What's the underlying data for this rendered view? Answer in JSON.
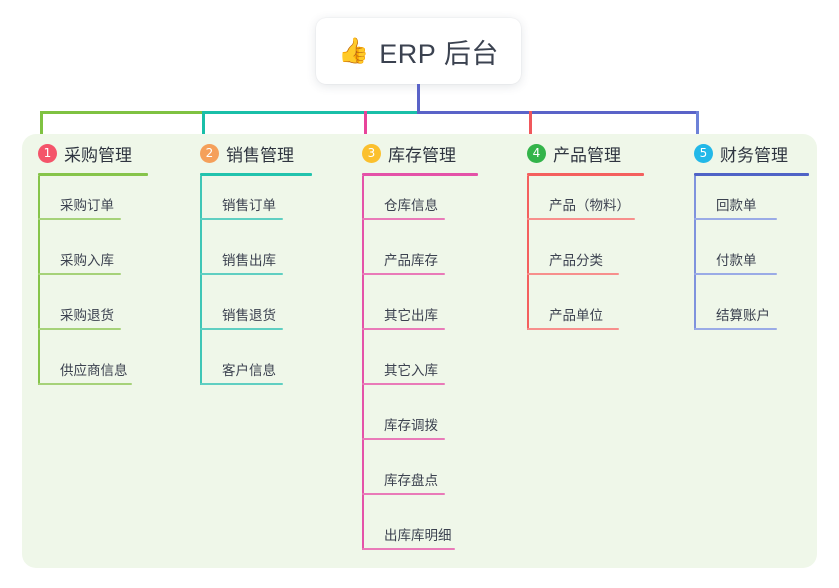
{
  "root": {
    "icon": "thumbs-up-icon",
    "icon_glyph": "👍",
    "title": "ERP 后台"
  },
  "panel": {
    "background": "#eff7e9"
  },
  "connector": {
    "trunk_color": "#5a63c8",
    "segments": [
      {
        "color": "#7fc241",
        "label": "to-purchasing"
      },
      {
        "color": "#19bfa8",
        "label": "to-sales"
      },
      {
        "color": "#5a63c8",
        "label": "to-inventory"
      },
      {
        "color": "#5a63c8",
        "label": "to-product"
      },
      {
        "color": "#5a63c8",
        "label": "to-finance"
      }
    ],
    "stub_colors": [
      "#7fc241",
      "#19bfa8",
      "#e8449a",
      "#f0585c",
      "#6d82d8"
    ]
  },
  "columns": [
    {
      "number": "1",
      "title": "采购管理",
      "badge_color": "#f4546a",
      "rule_color": "#86c44a",
      "spine_color": "#86c44a",
      "leaf_rule_color": "#a6d279",
      "items": [
        {
          "label": "采购订单"
        },
        {
          "label": "采购入库"
        },
        {
          "label": "采购退货"
        },
        {
          "label": "供应商信息"
        }
      ]
    },
    {
      "number": "2",
      "title": "销售管理",
      "badge_color": "#f5a05a",
      "rule_color": "#22c3ad",
      "spine_color": "#3fc6b6",
      "leaf_rule_color": "#5fcfc2",
      "items": [
        {
          "label": "销售订单"
        },
        {
          "label": "销售出库"
        },
        {
          "label": "销售退货"
        },
        {
          "label": "客户信息"
        }
      ]
    },
    {
      "number": "3",
      "title": "库存管理",
      "badge_color": "#fbc02d",
      "rule_color": "#e452a8",
      "spine_color": "#e452a8",
      "leaf_rule_color": "#e97ab8",
      "items": [
        {
          "label": "仓库信息"
        },
        {
          "label": "产品库存"
        },
        {
          "label": "其它出库"
        },
        {
          "label": "其它入库"
        },
        {
          "label": "库存调拨"
        },
        {
          "label": "库存盘点"
        },
        {
          "label": "出库库明细"
        }
      ]
    },
    {
      "number": "4",
      "title": "产品管理",
      "badge_color": "#33b44a",
      "rule_color": "#f4605e",
      "spine_color": "#f4605e",
      "leaf_rule_color": "#f78f8c",
      "items": [
        {
          "label": "产品（物料）"
        },
        {
          "label": "产品分类"
        },
        {
          "label": "产品单位"
        }
      ]
    },
    {
      "number": "5",
      "title": "财务管理",
      "badge_color": "#22b8e8",
      "rule_color": "#4f63c6",
      "spine_color": "#7f93dd",
      "leaf_rule_color": "#9aabe6",
      "items": [
        {
          "label": "回款单"
        },
        {
          "label": "付款单"
        },
        {
          "label": "结算账户"
        }
      ]
    }
  ]
}
